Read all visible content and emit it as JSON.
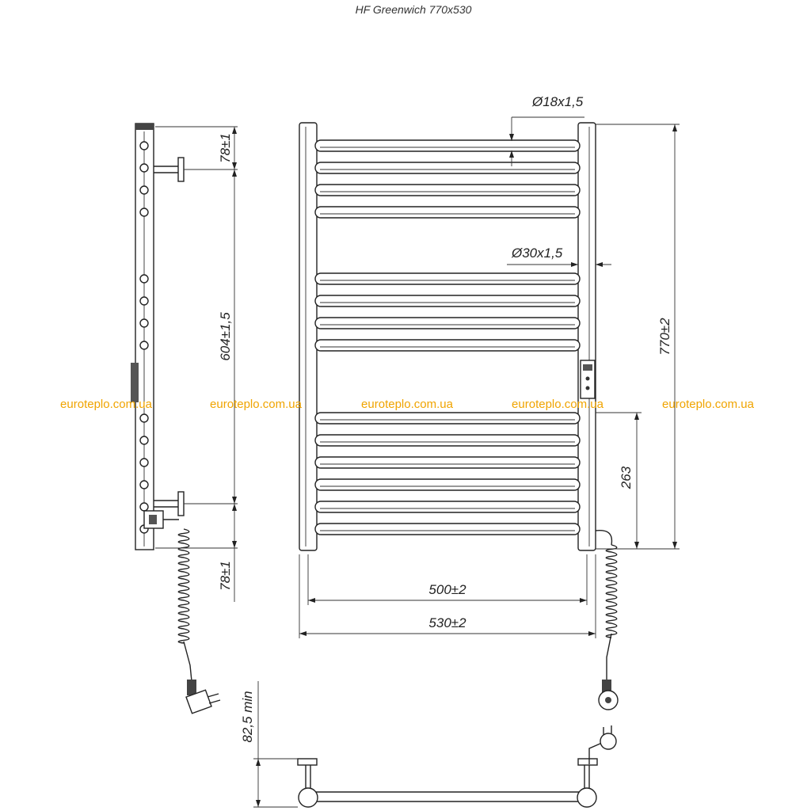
{
  "title": "HF Greenwich 770x530",
  "watermark": "euroteplo.com.ua",
  "watermark_color": "#f0a400",
  "dimensions": {
    "top_offset": "78±1",
    "center_distance": "604±1,5",
    "bottom_offset": "78±1",
    "bar_diameter": "Ø18x1,5",
    "riser_diameter": "Ø30x1,5",
    "height": "770±2",
    "element_height": "263",
    "inner_width": "500±2",
    "outer_width": "530±2",
    "min_wall_distance": "82,5 min"
  }
}
